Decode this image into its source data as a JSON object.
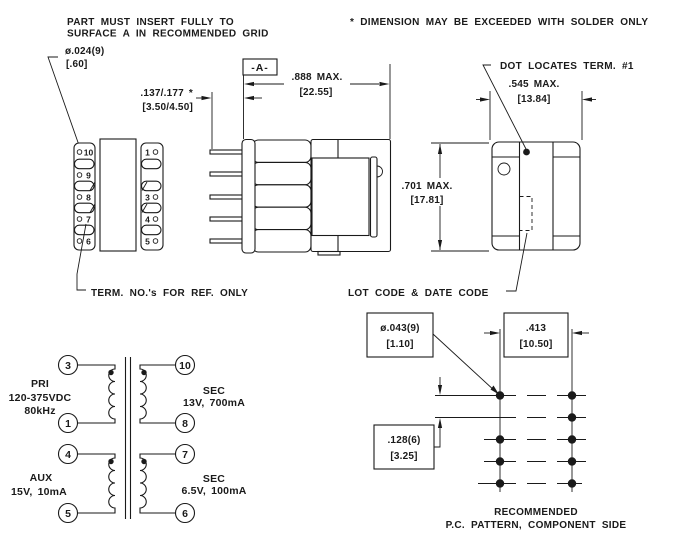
{
  "colors": {
    "line": "#1a1a1a",
    "background": "#ffffff"
  },
  "notes": {
    "insert1": "PART MUST INSERT FULLY TO",
    "insert2": "SURFACE A IN RECOMMENDED GRID",
    "solder": "* DIMENSION MAY BE EXCEEDED WITH SOLDER ONLY",
    "dot_locates": "DOT LOCATES TERM. #1",
    "term_ref": "TERM. NO.'s FOR REF. ONLY",
    "lot_code": "LOT CODE & DATE CODE",
    "pc1": "RECOMMENDED",
    "pc2": "P.C. PATTERN, COMPONENT SIDE"
  },
  "datum_label": "-A-",
  "dims": {
    "wire_dia_in": "ø.024(9)",
    "wire_dia_mm": "[.60]",
    "pin_len_in": ".137/.177 *",
    "pin_len_mm": "[3.50/4.50]",
    "width_in": ".888 MAX.",
    "width_mm": "[22.55]",
    "depth_in": ".545 MAX.",
    "depth_mm": "[13.84]",
    "height_in": ".701 MAX.",
    "height_mm": "[17.81]",
    "hole_dia_in": "ø.043(9)",
    "hole_dia_mm": "[1.10]",
    "col_space_in": ".413",
    "col_space_mm": "[10.50]",
    "pitch_in": ".128(6)",
    "pitch_mm": "[3.25]"
  },
  "front_view": {
    "left_terminals": [
      "10",
      "9",
      "8",
      "7",
      "6"
    ],
    "right_terminals": [
      "1",
      "3",
      "4",
      "5"
    ]
  },
  "schematic": {
    "pri": {
      "name": "PRI",
      "line2": "120-375VDC",
      "line3": "80kHz",
      "top_pin": "3",
      "bot_pin": "1"
    },
    "aux": {
      "name": "AUX",
      "line2": "15V, 10mA",
      "top_pin": "4",
      "bot_pin": "5"
    },
    "sec1": {
      "name": "SEC",
      "line2": "13V, 700mA",
      "top_pin": "10",
      "bot_pin": "8"
    },
    "sec2": {
      "name": "SEC",
      "line2": "6.5V, 100mA",
      "top_pin": "7",
      "bot_pin": "6"
    }
  }
}
